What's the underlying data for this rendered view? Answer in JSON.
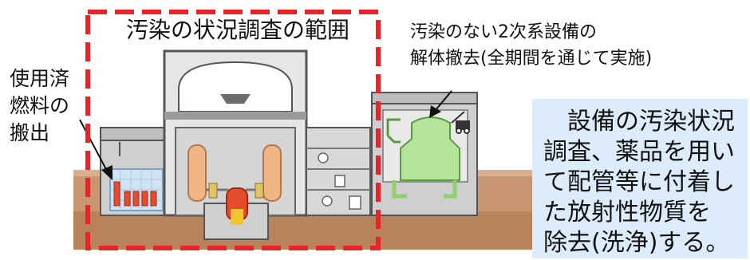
{
  "labels": {
    "scope_title": "汚染の状況調査の範囲",
    "spent_fuel": [
      "使用済",
      "燃料の",
      "搬出"
    ],
    "secondary": [
      "汚染のない2次系設備の",
      "解体撤去(全期間を通じて実施)"
    ]
  },
  "note": {
    "lines": [
      "　設備の汚染状況",
      "調査、薬品を用い",
      "て配管等に付着し",
      "た放射性物質を",
      "除去(洗浄)する。"
    ]
  },
  "colors": {
    "scope_frame": "#e8232a",
    "note_bg": "#dcecfb",
    "ground": "#b8835a",
    "building": "#cfcfcf",
    "component_orange": "#f0b585",
    "reactor_red": "#e64b2a",
    "secondary_green": "#b5e59c",
    "pool_water": "#cfe3f6"
  }
}
